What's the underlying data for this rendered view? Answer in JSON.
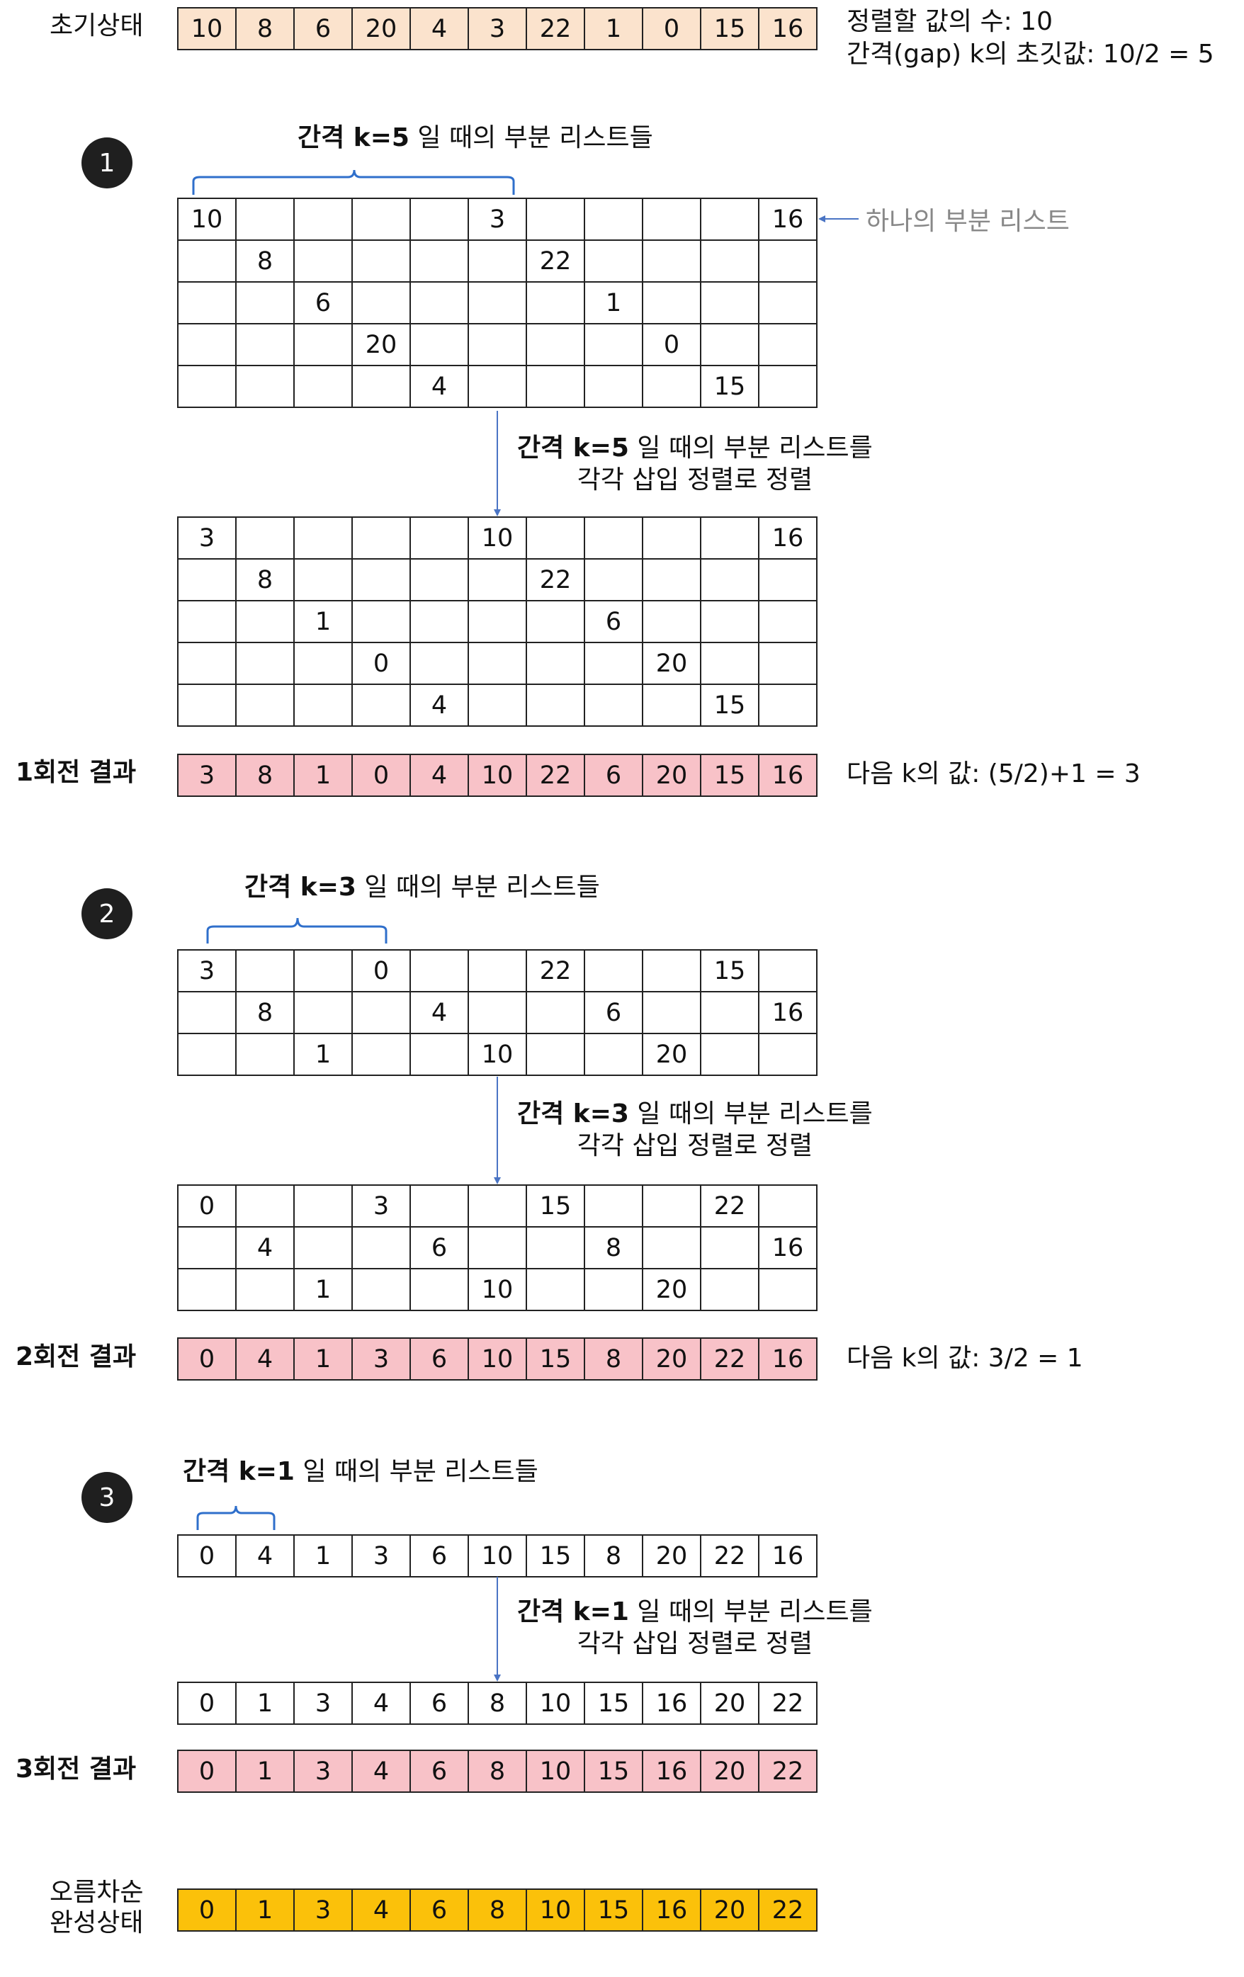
{
  "initial": {
    "label": "초기상태",
    "values": [
      "10",
      "8",
      "6",
      "20",
      "4",
      "3",
      "22",
      "1",
      "0",
      "15",
      "16"
    ],
    "info_line1": "정렬할 값의 수: 10",
    "info_line2": "간격(gap) k의 초깃값: 10/2 = 5"
  },
  "step1": {
    "number": "1",
    "heading_bold": "간격 k=5",
    "heading_rest": " 일 때의 부분 리스트들",
    "sublist_note": "하나의 부분 리스트",
    "before_grid": [
      [
        "10",
        "",
        "",
        "",
        "",
        "3",
        "",
        "",
        "",
        "",
        "16"
      ],
      [
        "",
        "8",
        "",
        "",
        "",
        "",
        "22",
        "",
        "",
        "",
        ""
      ],
      [
        "",
        "",
        "6",
        "",
        "",
        "",
        "",
        "1",
        "",
        "",
        ""
      ],
      [
        "",
        "",
        "",
        "20",
        "",
        "",
        "",
        "",
        "0",
        "",
        ""
      ],
      [
        "",
        "",
        "",
        "",
        "4",
        "",
        "",
        "",
        "",
        "15",
        ""
      ]
    ],
    "sort_bold": "간격 k=5",
    "sort_rest": " 일 때의 부분 리스트를",
    "sort_line2": "각각 삽입 정렬로 정렬",
    "after_grid": [
      [
        "3",
        "",
        "",
        "",
        "",
        "10",
        "",
        "",
        "",
        "",
        "16"
      ],
      [
        "",
        "8",
        "",
        "",
        "",
        "",
        "22",
        "",
        "",
        "",
        ""
      ],
      [
        "",
        "",
        "1",
        "",
        "",
        "",
        "",
        "6",
        "",
        "",
        ""
      ],
      [
        "",
        "",
        "",
        "0",
        "",
        "",
        "",
        "",
        "20",
        "",
        ""
      ],
      [
        "",
        "",
        "",
        "",
        "4",
        "",
        "",
        "",
        "",
        "15",
        ""
      ]
    ],
    "result_label": "1회전 결과",
    "result": [
      "3",
      "8",
      "1",
      "0",
      "4",
      "10",
      "22",
      "6",
      "20",
      "15",
      "16"
    ],
    "next_k": "다음 k의 값: (5/2)+1 = 3"
  },
  "step2": {
    "number": "2",
    "heading_bold": "간격 k=3",
    "heading_rest": " 일 때의 부분 리스트들",
    "before_grid": [
      [
        "3",
        "",
        "",
        "0",
        "",
        "",
        "22",
        "",
        "",
        "15",
        ""
      ],
      [
        "",
        "8",
        "",
        "",
        "4",
        "",
        "",
        "6",
        "",
        "",
        "16"
      ],
      [
        "",
        "",
        "1",
        "",
        "",
        "10",
        "",
        "",
        "20",
        "",
        ""
      ]
    ],
    "sort_bold": "간격 k=3",
    "sort_rest": " 일 때의 부분 리스트를",
    "sort_line2": "각각 삽입 정렬로 정렬",
    "after_grid": [
      [
        "0",
        "",
        "",
        "3",
        "",
        "",
        "15",
        "",
        "",
        "22",
        ""
      ],
      [
        "",
        "4",
        "",
        "",
        "6",
        "",
        "",
        "8",
        "",
        "",
        "16"
      ],
      [
        "",
        "",
        "1",
        "",
        "",
        "10",
        "",
        "",
        "20",
        "",
        ""
      ]
    ],
    "result_label": "2회전 결과",
    "result": [
      "0",
      "4",
      "1",
      "3",
      "6",
      "10",
      "15",
      "8",
      "20",
      "22",
      "16"
    ],
    "next_k": "다음 k의 값: 3/2 = 1"
  },
  "step3": {
    "number": "3",
    "heading_bold": "간격 k=1",
    "heading_rest": " 일 때의 부분 리스트들",
    "before": [
      "0",
      "4",
      "1",
      "3",
      "6",
      "10",
      "15",
      "8",
      "20",
      "22",
      "16"
    ],
    "sort_bold": "간격 k=1",
    "sort_rest": " 일 때의 부분 리스트를",
    "sort_line2": "각각 삽입 정렬로 정렬",
    "after": [
      "0",
      "1",
      "3",
      "4",
      "6",
      "8",
      "10",
      "15",
      "16",
      "20",
      "22"
    ],
    "result_label": "3회전 결과",
    "result": [
      "0",
      "1",
      "3",
      "4",
      "6",
      "8",
      "10",
      "15",
      "16",
      "20",
      "22"
    ]
  },
  "final": {
    "label_line1": "오름차순",
    "label_line2": "완성상태",
    "values": [
      "0",
      "1",
      "3",
      "4",
      "6",
      "8",
      "10",
      "15",
      "16",
      "20",
      "22"
    ]
  },
  "colors": {
    "initial_fill": "#fbe3cd",
    "result_fill": "#f8c2c8",
    "final_fill": "#fbc10a",
    "arrow": "#4a74c4",
    "bracket": "#2f6fcb"
  }
}
